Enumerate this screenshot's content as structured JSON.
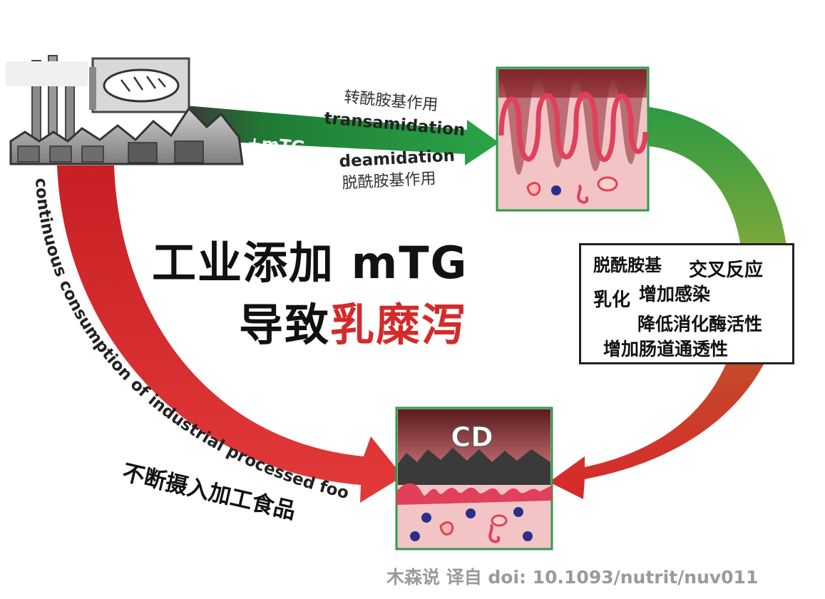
{
  "arrows": {
    "upper_cn": "转酰胺基作用",
    "upper_en": "transamidation",
    "lower_en": "deamidation",
    "lower_cn": "脱酰胺基作用",
    "factory_label": "+mTG",
    "side_en": "continuous consumption of industrial processed food",
    "side_cn": "不断摄入加工食品"
  },
  "title": {
    "line1": "工业添加 mTG",
    "line2_prefix": "导致",
    "line2_highlight": "乳糜泻",
    "highlight_color": "#d42a2a"
  },
  "effects": {
    "e1": "脱酰胺基",
    "e2": "交叉反应",
    "e3": "乳化",
    "e4": "增加感染",
    "e5": "降低消化酶活性",
    "e6": "增加肠道通透性"
  },
  "panels": {
    "cd_label": "CD"
  },
  "footer": "木森说 译自 doi: 10.1093/nutrit/nuv011",
  "colors": {
    "red_arrow": "#d8282b",
    "green_arrow": "#1e8f3a",
    "panel_border": "#2e9b4e"
  }
}
